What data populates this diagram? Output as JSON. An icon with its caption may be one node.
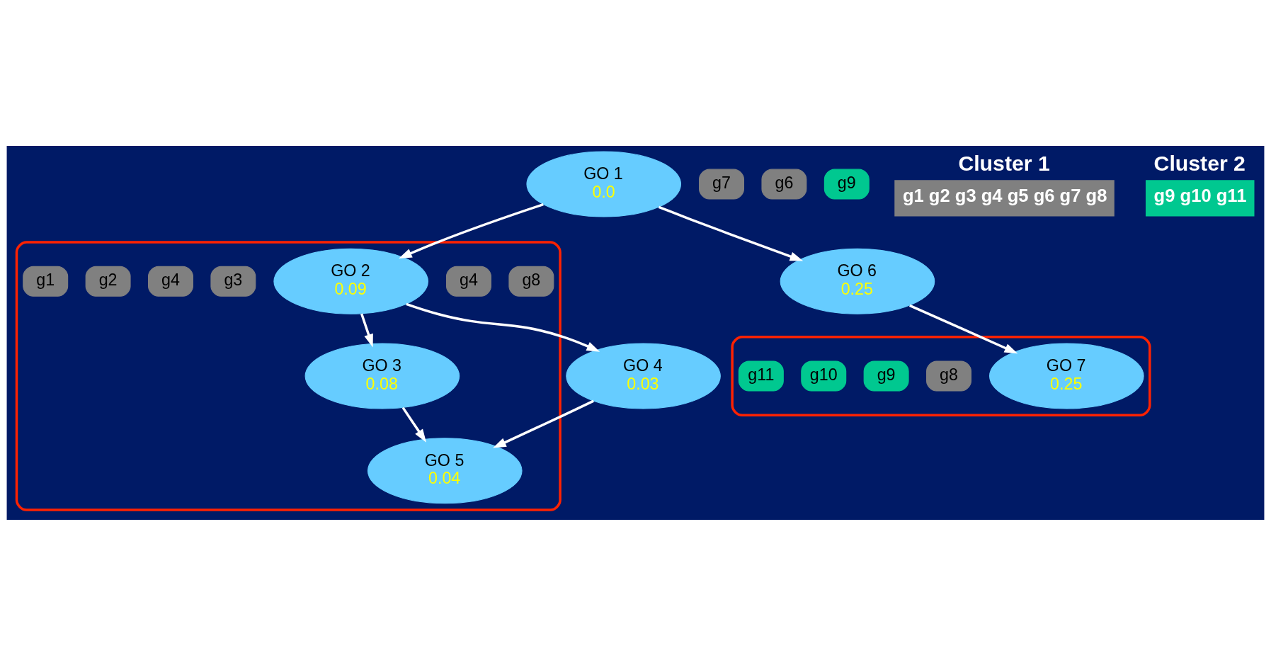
{
  "diagram": {
    "nodes": [
      {
        "text": [
          "GO 1",
          "0.0"
        ]
      },
      {
        "text": [],
        "shape": "ellipse"
      },
      {
        "text": [
          "g8"
        ],
        "in": 1
      },
      {
        "text": [
          "g4"
        ],
        "in": 1
      },
      {
        "text": [
          "GO 2",
          "0.09"
        ],
        "in": 1
      },
      {
        "text": [
          "g7"
        ]
      },
      {
        "text": [
          "g3"
        ],
        "in": 1
      },
      {
        "text": [
          "g4"
        ],
        "in": 1
      },
      {
        "text": [
          "g6"
        ]
      },
      {
        "text": [
          "GO 6",
          "0.25"
        ]
      },
      {
        "text": [
          "GO 3",
          "0.08"
        ],
        "in": 1
      },
      {
        "text": [
          "GO 4",
          "0.03"
        ]
      },
      {
        "text": [
          "g2"
        ],
        "in": 1
      },
      {
        "text": [
          "g9"
        ]
      },
      {
        "text": [],
        "shape": "ellipse"
      },
      {
        "text": [
          "GO 7",
          "0.25"
        ],
        "in": 14
      },
      {
        "text": [
          "GO 5",
          "0.04"
        ],
        "in": 1
      },
      {
        "text": [
          "g8"
        ],
        "in": 14
      },
      {
        "text": [
          "g9"
        ],
        "in": 14
      },
      {
        "text": [
          "g10"
        ],
        "in": 14
      },
      {
        "text": [
          "g11"
        ],
        "in": 14
      },
      {
        "text": [
          "g1"
        ],
        "in": 1
      },
      {
        "text": [
          "Cluster 1",
          "g1 g2 g3 g4 g5 g6 g7 g8"
        ]
      },
      {
        "text": [
          "Cluster 2",
          "g9 g10 g11"
        ]
      }
    ],
    "edges": [
      {
        "from": 0,
        "to": 4,
        "arrow": "to"
      },
      {
        "from": 0,
        "to": 9,
        "arrow": "to"
      },
      {
        "from": 4,
        "to": 10,
        "arrow": "to"
      },
      {
        "from": 4,
        "to": 11,
        "arrow": "to"
      },
      {
        "from": 10,
        "to": 16,
        "arrow": "to"
      },
      {
        "from": 11,
        "to": 16,
        "arrow": "to"
      },
      {
        "from": 9,
        "to": 15,
        "arrow": "to"
      }
    ]
  }
}
